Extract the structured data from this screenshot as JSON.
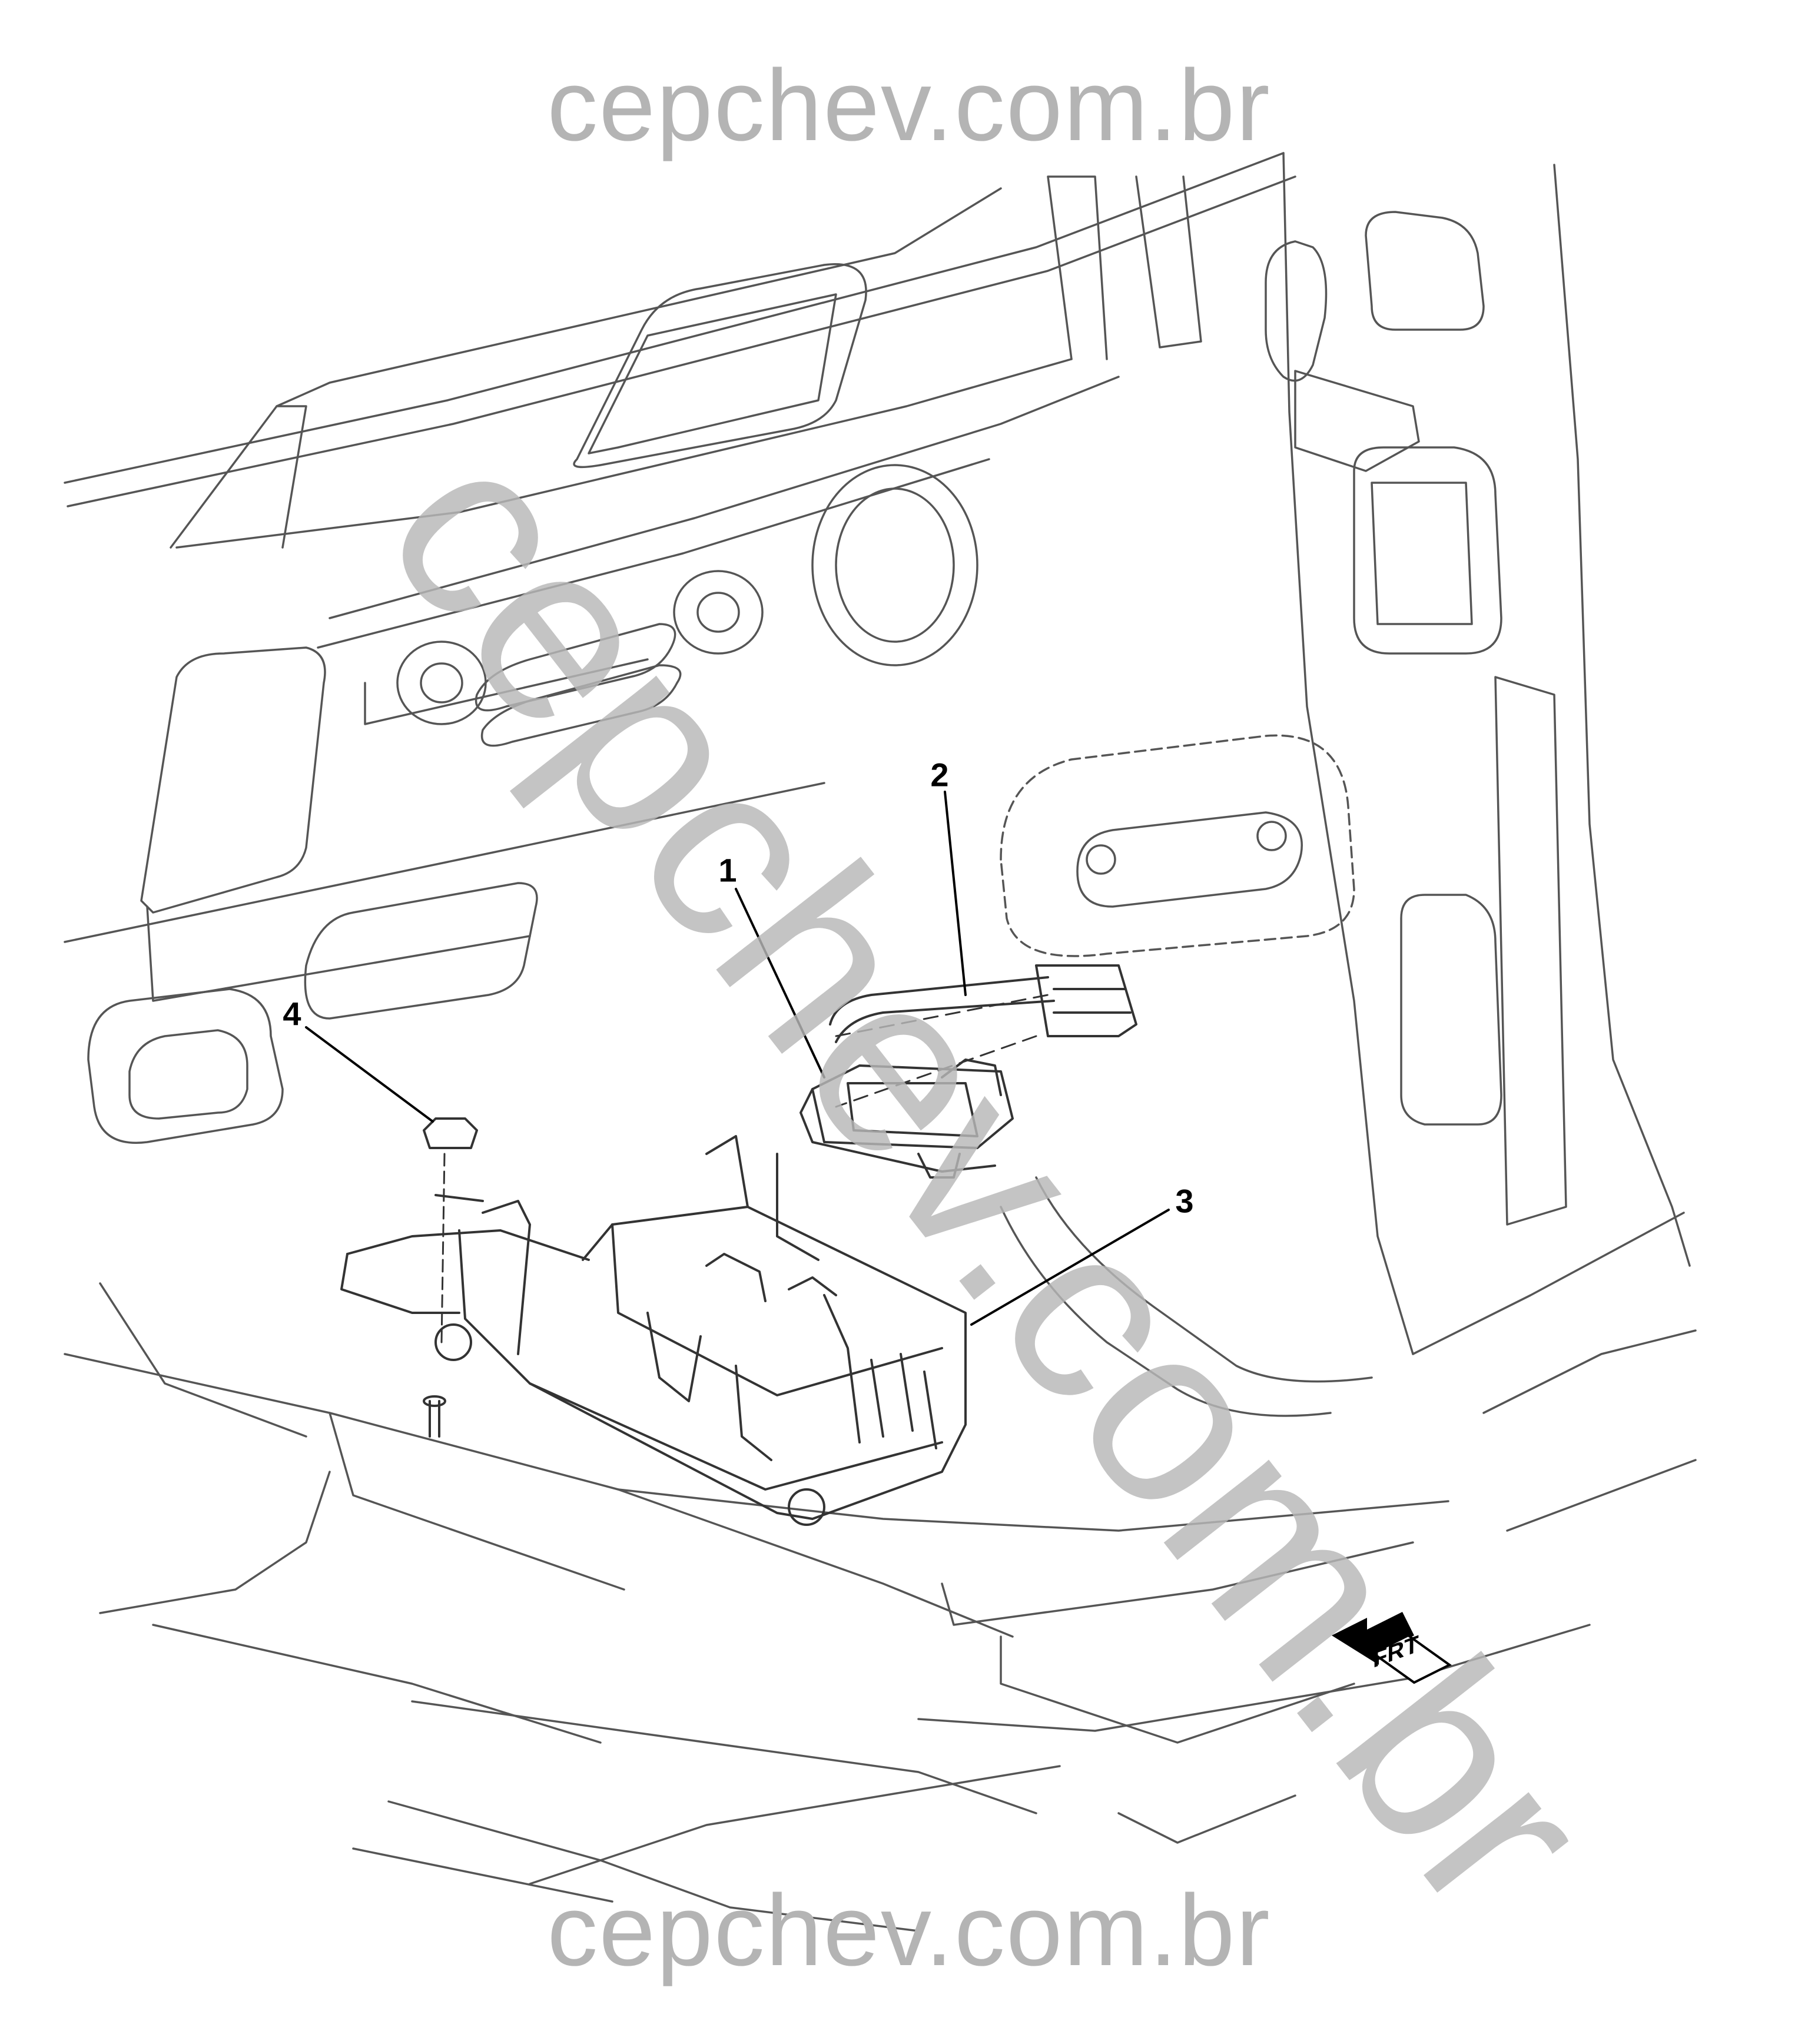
{
  "watermark": {
    "top": "cepchev.com.br",
    "bottom": "cepchev.com.br",
    "diagonal": "cepchev.com.br"
  },
  "callouts": {
    "c1": "1",
    "c2": "2",
    "c3": "3",
    "c4": "4"
  },
  "orientation": {
    "label": "FRT"
  },
  "colors": {
    "line": "#000000",
    "light_line": "#555555",
    "watermark": "#b4b4b4",
    "background": "#ffffff"
  }
}
